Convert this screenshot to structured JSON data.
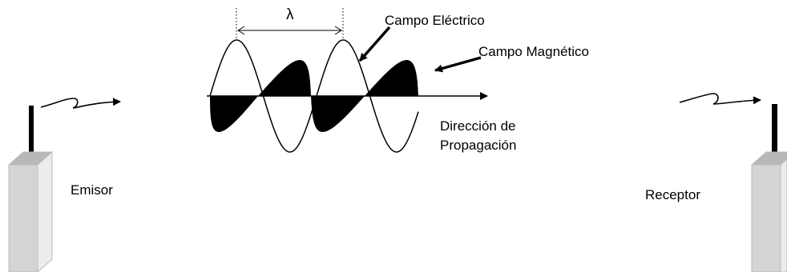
{
  "labels": {
    "lambda": "λ",
    "electric_field": "Campo Eléctrico",
    "magnetic_field": "Campo Magnético",
    "direction_line1": "Dirección de",
    "direction_line2": "Propagación",
    "emitter": "Emisor",
    "receiver": "Receptor"
  },
  "icons": {
    "emitter_antenna": "antenna-tower-icon",
    "receiver_antenna": "antenna-tower-icon",
    "emitter_signal": "squiggle-arrow-icon",
    "receiver_signal": "squiggle-arrow-icon"
  },
  "colors": {
    "ink": "#000000",
    "box_front": "#d4d4d4",
    "box_side": "#ececec",
    "box_top": "#b8b8b8",
    "box_stroke": "#bcbcbc"
  }
}
